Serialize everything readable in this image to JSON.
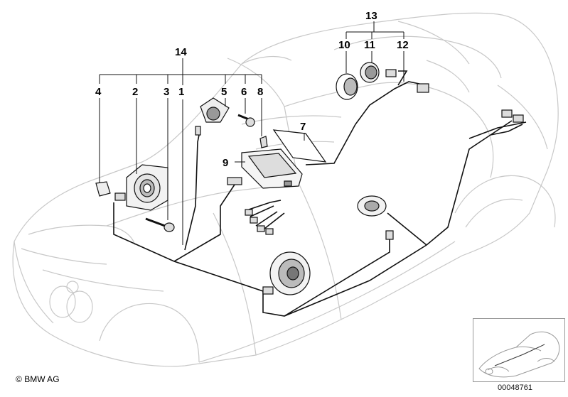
{
  "callouts": [
    "1",
    "2",
    "3",
    "4",
    "5",
    "6",
    "7",
    "8",
    "9",
    "10",
    "11",
    "12",
    "13",
    "14"
  ],
  "footer": {
    "copyright_symbol": "©",
    "copyright_text": "BMW AG",
    "image_id": "00048761"
  }
}
